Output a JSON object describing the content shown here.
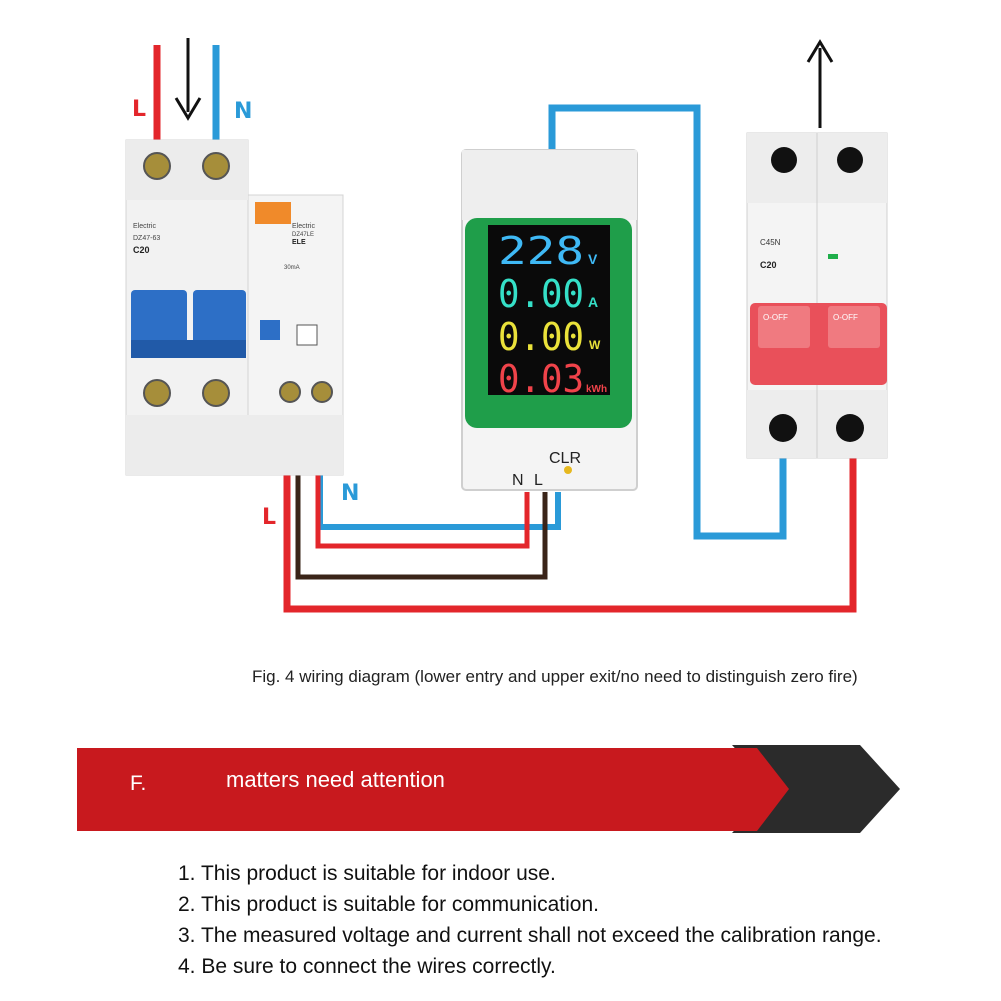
{
  "wiring": {
    "input_L": "L",
    "input_N": "N",
    "meter_N": "N",
    "meter_L": "L",
    "output_L": "L",
    "output_N": "N"
  },
  "rcbo": {
    "brand_left": "Electric",
    "model_left": "DZ47-63",
    "rating_left": "C20",
    "brand_right": "Electric",
    "model_right": "DZ47LE",
    "type_right": "ELE",
    "trip_current": "30mA"
  },
  "meter": {
    "voltage": "228",
    "voltage_unit": "V",
    "current": "0.00",
    "current_unit": "A",
    "power": "0.00",
    "power_unit": "W",
    "energy": "0.03",
    "energy_unit": "kWh",
    "clr_label": "CLR",
    "n_label": "N",
    "l_label": "L"
  },
  "breaker": {
    "model": "C45N",
    "rating": "C20",
    "switch_left": "O-OFF",
    "switch_right": "O-OFF"
  },
  "caption": "Fig. 4 wiring diagram (lower entry and upper exit/no need to distinguish zero fire)",
  "section": {
    "letter": "F.",
    "title": "matters need attention"
  },
  "notes": [
    "1. This product is suitable for indoor use.",
    "2. This product is suitable for communication.",
    "3. The measured voltage and current shall not exceed the calibration range.",
    "4. Be sure to connect the wires correctly."
  ],
  "colors": {
    "live_wire": "#e3262b",
    "neutral_wire": "#2a9ad8",
    "brown_wire": "#3a2418",
    "banner_red": "#c8191e",
    "banner_dark": "#2b2b2b",
    "voltage_digits": "#3fb9f5",
    "current_digits": "#35e0c8",
    "power_digits": "#eae23a",
    "energy_digits": "#f0434a",
    "bezel_green": "#1f9e4a"
  }
}
